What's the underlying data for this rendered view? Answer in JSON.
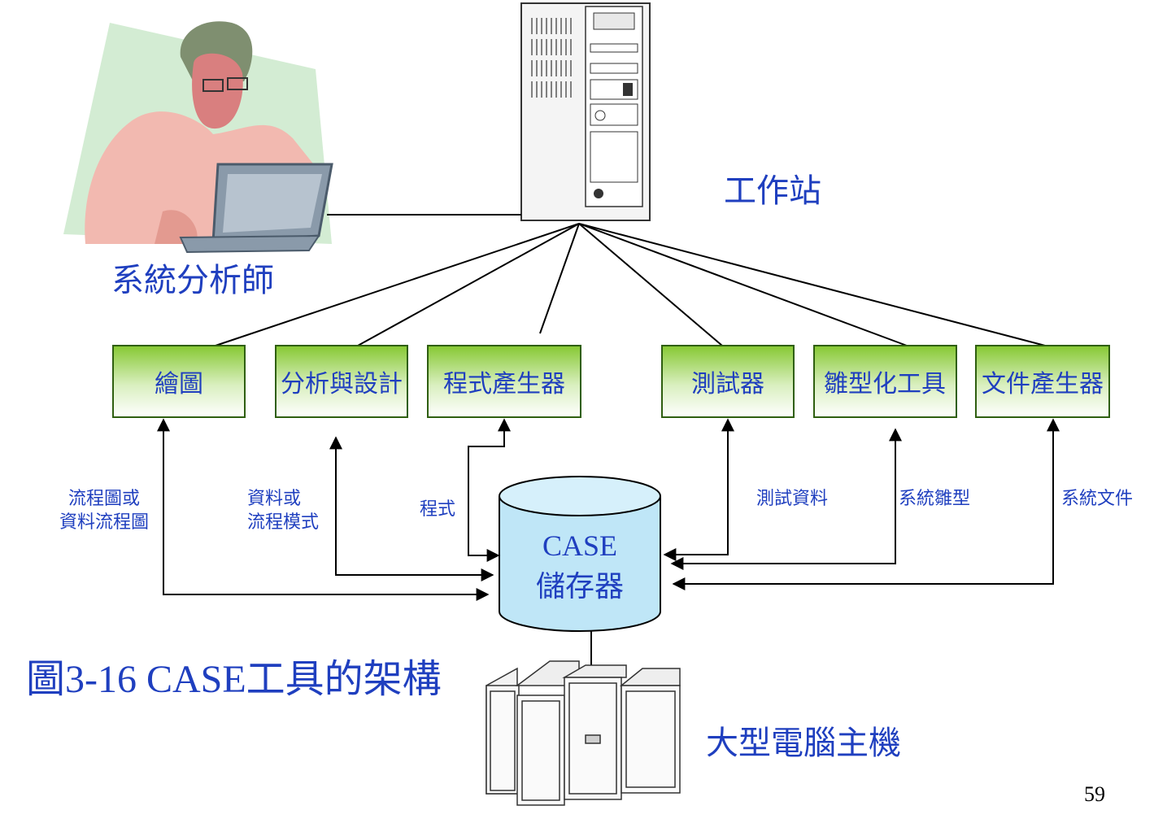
{
  "colors": {
    "text_blue": "#1f3fbf",
    "box_green_top": "#8fcf3a",
    "box_green_bottom": "#ffffff",
    "box_border": "#2f5f10",
    "cylinder_fill": "#bfe6f7",
    "line": "#000000"
  },
  "labels": {
    "workstation": "工作站",
    "analyst": "系統分析師",
    "mainframe": "大型電腦主機",
    "figure_title": "圖3-16 CASE工具的架構",
    "page_number": "59"
  },
  "repository": {
    "line1": "CASE",
    "line2": "儲存器"
  },
  "tools": [
    {
      "id": "drawing",
      "label": "繪圖"
    },
    {
      "id": "analysis-design",
      "label": "分析與設計"
    },
    {
      "id": "program-generator",
      "label": "程式產生器"
    },
    {
      "id": "tester",
      "label": "測試器"
    },
    {
      "id": "prototyping",
      "label": "雛型化工具"
    },
    {
      "id": "document-generator",
      "label": "文件產生器"
    }
  ],
  "flows": [
    {
      "id": "drawing",
      "lines": [
        "流程圖或",
        "資料流程圖"
      ]
    },
    {
      "id": "analysis-design",
      "lines": [
        "資料或",
        "流程模式"
      ]
    },
    {
      "id": "program-generator",
      "lines": [
        "程式"
      ]
    },
    {
      "id": "tester",
      "lines": [
        "測試資料"
      ]
    },
    {
      "id": "prototyping",
      "lines": [
        "系統雛型"
      ]
    },
    {
      "id": "document-generator",
      "lines": [
        "系統文件"
      ]
    }
  ],
  "icons": {
    "analyst": "person-at-computer-icon",
    "workstation": "tower-computer-icon",
    "mainframe": "mainframe-cabinet-icon",
    "repository": "database-cylinder-icon"
  }
}
